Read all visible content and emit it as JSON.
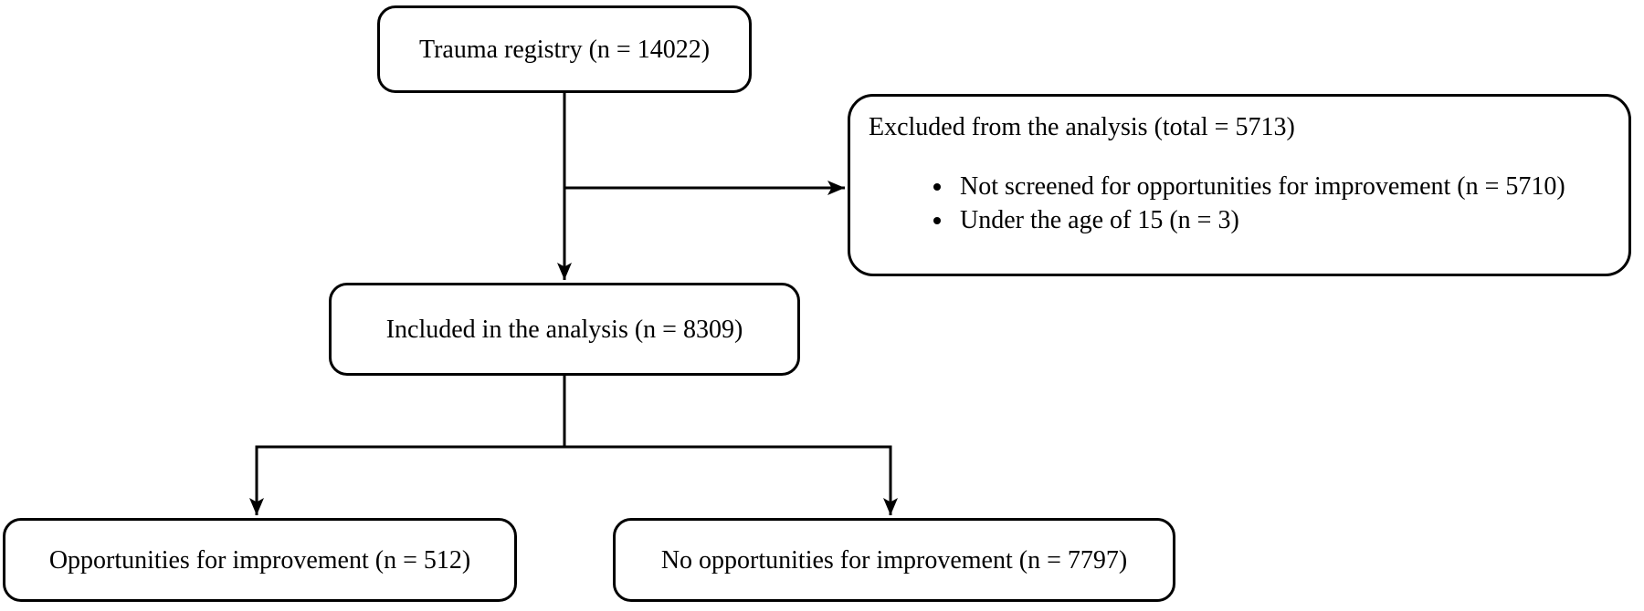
{
  "nodes": {
    "trauma_registry": {
      "label": "Trauma registry (n = 14022)"
    },
    "excluded": {
      "title": "Excluded from the analysis (total = 5713)",
      "bullets": [
        "Not screened for opportunities for improvement (n = 5710)",
        "Under the age of 15 (n = 3)"
      ]
    },
    "included": {
      "label": "Included in the analysis (n = 8309)"
    },
    "opportunities": {
      "label": "Opportunities for improvement (n = 512)"
    },
    "no_opportunities": {
      "label": "No opportunities for improvement (n = 7797)"
    }
  },
  "colors": {
    "background": "#ffffff",
    "box_border": "#000000",
    "text": "#000000",
    "line": "#000000"
  }
}
